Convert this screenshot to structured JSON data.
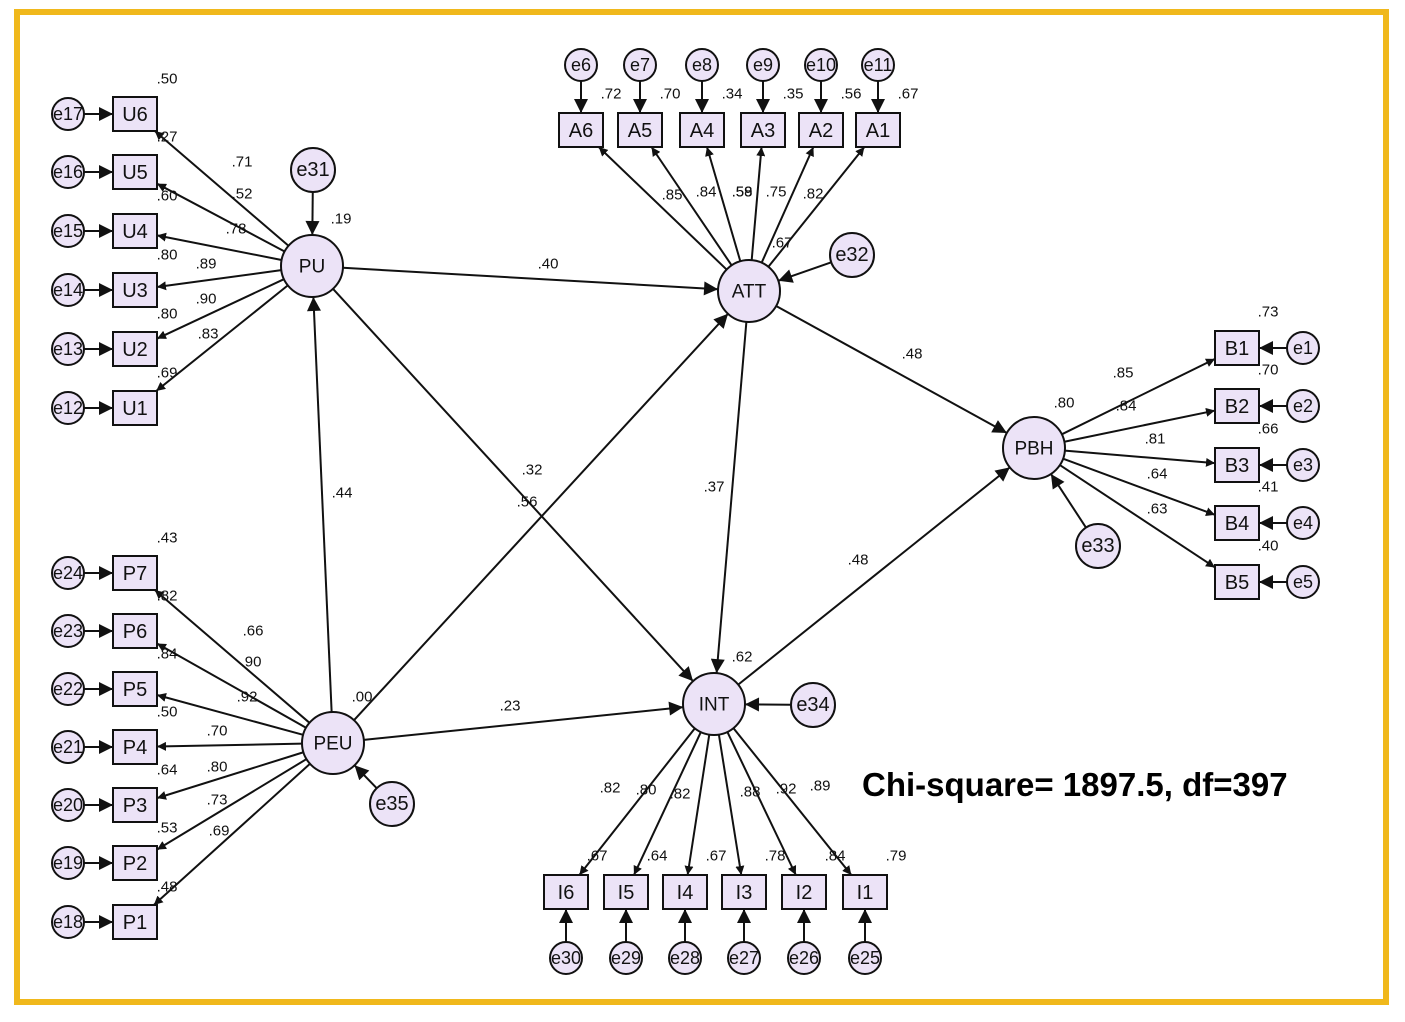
{
  "colors": {
    "frame": "#f0b81c",
    "node_fill": "#ece3f7",
    "stroke": "#111111"
  },
  "latents": [
    {
      "id": "PU",
      "label": "PU",
      "r2": ".19"
    },
    {
      "id": "PEU",
      "label": "PEU",
      "r2": ""
    },
    {
      "id": "ATT",
      "label": "ATT",
      "r2": ".67"
    },
    {
      "id": "INT",
      "label": "INT",
      "r2": ".62"
    },
    {
      "id": "PBH",
      "label": "PBH",
      "r2": ".80"
    }
  ],
  "indicators": [
    {
      "id": "U6",
      "r2": ".50",
      "loading": ".71",
      "error": "e17"
    },
    {
      "id": "U5",
      "r2": ".27",
      "loading": ".52",
      "error": "e16"
    },
    {
      "id": "U4",
      "r2": ".60",
      "loading": ".78",
      "error": "e15"
    },
    {
      "id": "U3",
      "r2": ".80",
      "loading": ".89",
      "error": "e14"
    },
    {
      "id": "U2",
      "r2": ".80",
      "loading": ".90",
      "error": "e13"
    },
    {
      "id": "U1",
      "r2": ".69",
      "loading": ".83",
      "error": "e12"
    },
    {
      "id": "P7",
      "r2": ".43",
      "loading": ".66",
      "error": "e24"
    },
    {
      "id": "P6",
      "r2": ".82",
      "loading": ".90",
      "error": "e23"
    },
    {
      "id": "P5",
      "r2": ".84",
      "loading": ".92",
      "error": "e22"
    },
    {
      "id": "P4",
      "r2": ".50",
      "loading": ".70",
      "error": "e21"
    },
    {
      "id": "P3",
      "r2": ".64",
      "loading": ".80",
      "error": "e20"
    },
    {
      "id": "P2",
      "r2": ".53",
      "loading": ".73",
      "error": "e19"
    },
    {
      "id": "P1",
      "r2": ".48",
      "loading": ".69",
      "error": "e18"
    },
    {
      "id": "A6",
      "r2": ".72",
      "loading": ".85",
      "error": "e6"
    },
    {
      "id": "A5",
      "r2": ".70",
      "loading": ".84",
      "error": "e7"
    },
    {
      "id": "A4",
      "r2": ".34",
      "loading": ".58",
      "error": "e8"
    },
    {
      "id": "A3",
      "r2": ".35",
      "loading": ".59",
      "error": "e9"
    },
    {
      "id": "A2",
      "r2": ".56",
      "loading": ".75",
      "error": "e10"
    },
    {
      "id": "A1",
      "r2": ".67",
      "loading": ".82",
      "error": "e11"
    },
    {
      "id": "B1",
      "r2": ".73",
      "loading": ".85",
      "error": "e1"
    },
    {
      "id": "B2",
      "r2": ".70",
      "loading": ".84",
      "error": "e2"
    },
    {
      "id": "B3",
      "r2": ".66",
      "loading": ".81",
      "error": "e3"
    },
    {
      "id": "B4",
      "r2": ".41",
      "loading": ".64",
      "error": "e4"
    },
    {
      "id": "B5",
      "r2": ".40",
      "loading": ".63",
      "error": "e5"
    },
    {
      "id": "I6",
      "r2": ".67",
      "loading": ".82",
      "error": "e30"
    },
    {
      "id": "I5",
      "r2": ".64",
      "loading": ".80",
      "error": "e29"
    },
    {
      "id": "I4",
      "r2": ".67",
      "loading": ".82",
      "error": "e28"
    },
    {
      "id": "I3",
      "r2": ".78",
      "loading": ".88",
      "error": "e27"
    },
    {
      "id": "I2",
      "r2": ".84",
      "loading": ".92",
      "error": "e26"
    },
    {
      "id": "I1",
      "r2": ".79",
      "loading": ".89",
      "error": "e25"
    }
  ],
  "latent_errors": [
    {
      "id": "e31",
      "target": "PU"
    },
    {
      "id": "e32",
      "target": "ATT"
    },
    {
      "id": "e33",
      "target": "PBH"
    },
    {
      "id": "e34",
      "target": "INT"
    },
    {
      "id": "e35",
      "target": "PEU"
    }
  ],
  "paths": [
    {
      "from": "PU",
      "to": "ATT",
      "coef": ".40"
    },
    {
      "from": "PU",
      "to": "INT",
      "coef": ".56"
    },
    {
      "from": "PEU",
      "to": "PU",
      "coef": ".44"
    },
    {
      "from": "PEU",
      "to": "ATT",
      "coef": ".32"
    },
    {
      "from": "PEU",
      "to": "INT",
      "coef": ".23"
    },
    {
      "from": "ATT",
      "to": "INT",
      "coef": ".37"
    },
    {
      "from": "ATT",
      "to": "PBH",
      "coef": ".48"
    },
    {
      "from": "INT",
      "to": "PBH",
      "coef": ".48"
    }
  ],
  "stray_labels": [
    ".00"
  ],
  "fit": {
    "text": "Chi-square= 1897.5, df=397"
  }
}
